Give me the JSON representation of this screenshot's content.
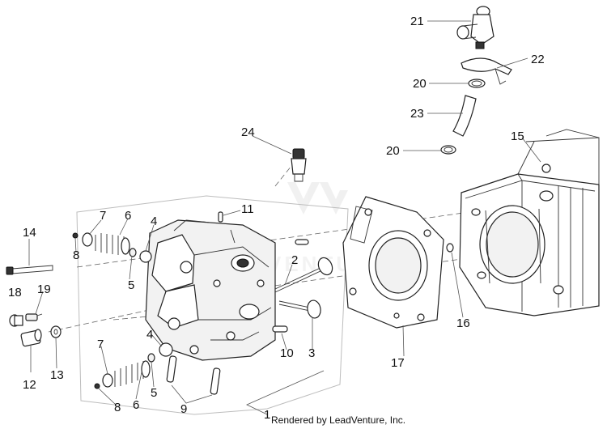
{
  "callouts": [
    {
      "id": "c1",
      "text": "1"
    },
    {
      "id": "c2",
      "text": "2"
    },
    {
      "id": "c3",
      "text": "3"
    },
    {
      "id": "c4a",
      "text": "4"
    },
    {
      "id": "c4b",
      "text": "4"
    },
    {
      "id": "c5a",
      "text": "5"
    },
    {
      "id": "c5b",
      "text": "5"
    },
    {
      "id": "c6a",
      "text": "6"
    },
    {
      "id": "c6b",
      "text": "6"
    },
    {
      "id": "c7a",
      "text": "7"
    },
    {
      "id": "c7b",
      "text": "7"
    },
    {
      "id": "c8a",
      "text": "8"
    },
    {
      "id": "c8b",
      "text": "8"
    },
    {
      "id": "c9",
      "text": "9"
    },
    {
      "id": "c10",
      "text": "10"
    },
    {
      "id": "c11",
      "text": "11"
    },
    {
      "id": "c12",
      "text": "12"
    },
    {
      "id": "c13",
      "text": "13"
    },
    {
      "id": "c14",
      "text": "14"
    },
    {
      "id": "c15",
      "text": "15"
    },
    {
      "id": "c16",
      "text": "16"
    },
    {
      "id": "c17",
      "text": "17"
    },
    {
      "id": "c18",
      "text": "18"
    },
    {
      "id": "c19",
      "text": "19"
    },
    {
      "id": "c20a",
      "text": "20"
    },
    {
      "id": "c20b",
      "text": "20"
    },
    {
      "id": "c21",
      "text": "21"
    },
    {
      "id": "c22",
      "text": "22"
    },
    {
      "id": "c23",
      "text": "23"
    },
    {
      "id": "c24",
      "text": "24"
    }
  ],
  "credit": "Rendered by LeadVenture, Inc.",
  "watermark": "VENTURE"
}
